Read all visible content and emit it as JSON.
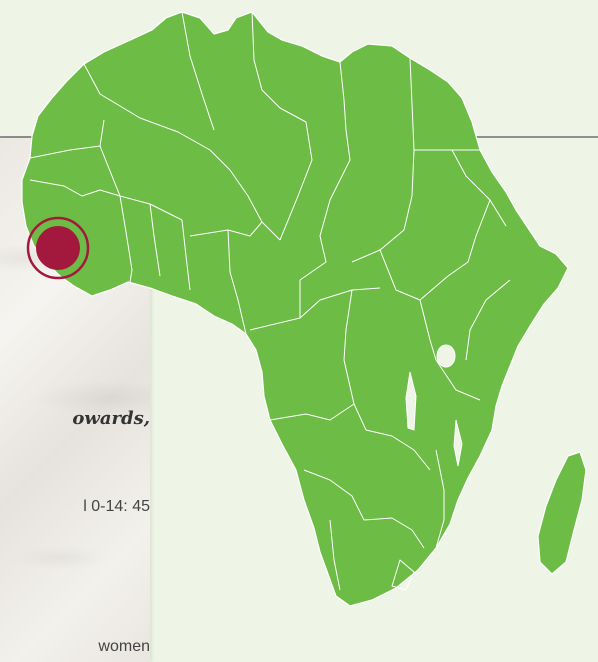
{
  "article": {
    "quote_fragment": "owards,",
    "stat_fragment_1": "l 0-14: 45",
    "stat_fragment_2": "women"
  },
  "map": {
    "region": "Africa",
    "highlighted_country": "Sierra Leone",
    "colors": {
      "land": "#6dbc45",
      "borders": "#ffffff",
      "marker": "#a3193e",
      "background": "#eef5e6"
    }
  }
}
